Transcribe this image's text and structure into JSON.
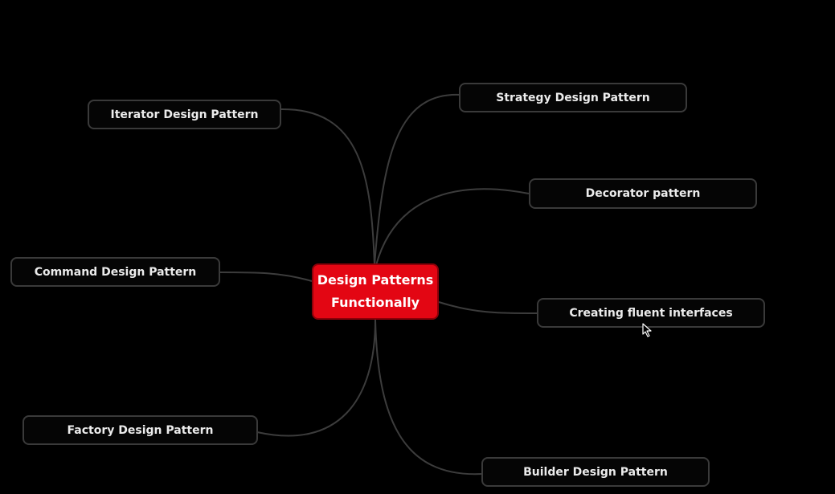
{
  "center": {
    "line1": "Design Patterns",
    "line2": "Functionally"
  },
  "nodes": {
    "iterator": "Iterator Design Pattern",
    "strategy": "Strategy Design Pattern",
    "decorator": "Decorator pattern",
    "command": "Command Design Pattern",
    "fluent": "Creating fluent interfaces",
    "factory": "Factory Design Pattern",
    "builder": "Builder Design Pattern"
  },
  "colors": {
    "background": "#000000",
    "center_fill": "#e30613",
    "node_border": "#3a3a3a",
    "connector": "#3c3c3c",
    "text": "#ececec"
  },
  "icons": {
    "pointer": "mouse-pointer-icon"
  }
}
